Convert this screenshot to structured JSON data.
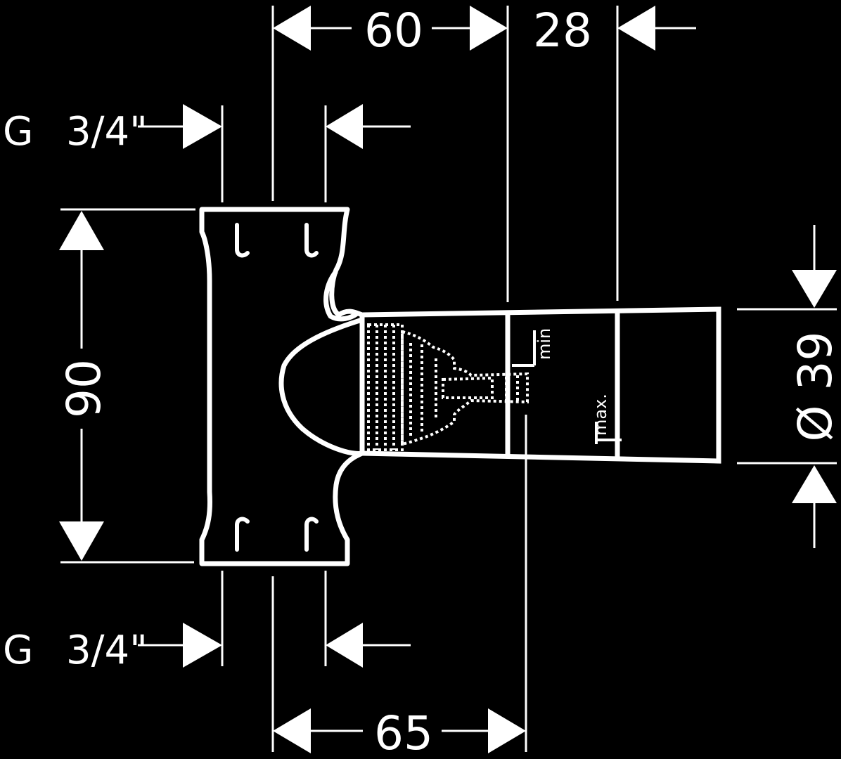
{
  "dimensions": {
    "top_left": "60",
    "top_right": "28",
    "bottom": "65",
    "height": "90",
    "diameter": "Ø 39"
  },
  "threads": {
    "top": {
      "g": "G",
      "size": "3/4\""
    },
    "bottom": {
      "g": "G",
      "size": "3/4\""
    }
  },
  "depth_labels": {
    "min": "min",
    "max": "max."
  },
  "colors": {
    "background": "#000000",
    "lines": "#ffffff"
  }
}
